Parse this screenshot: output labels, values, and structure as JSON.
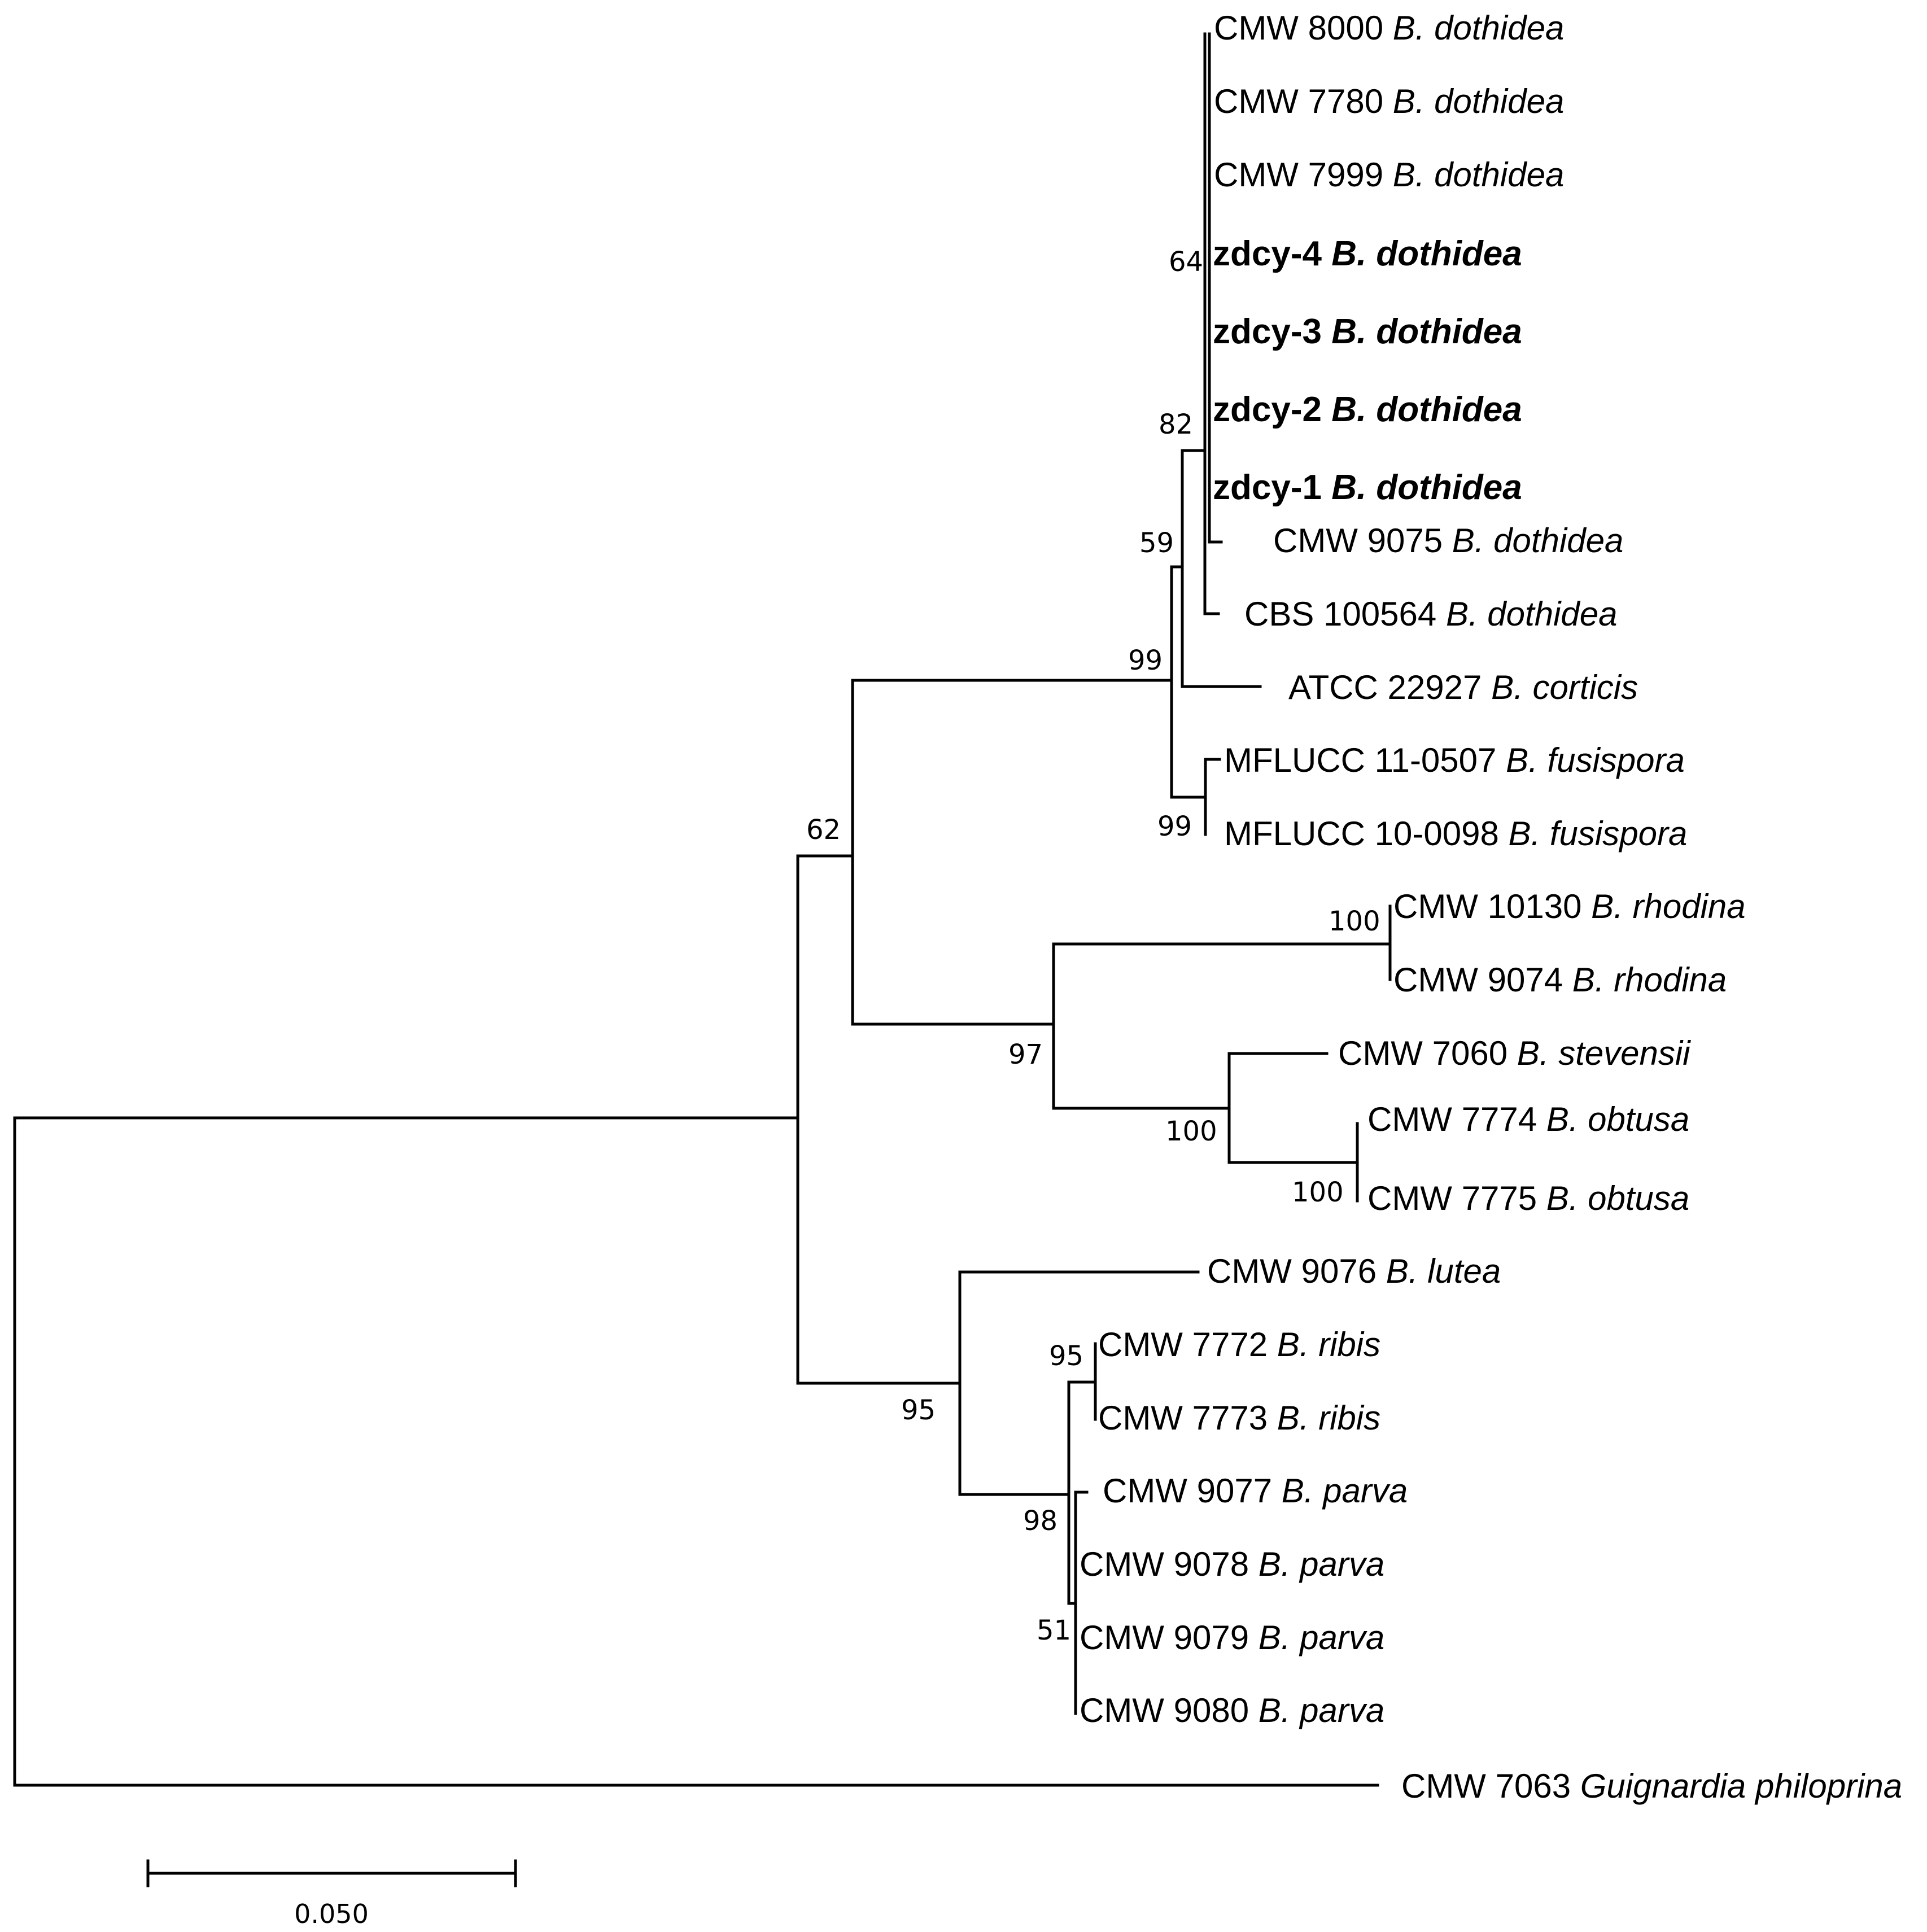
{
  "tree": {
    "taxa": [
      {
        "code": "CMW  8000",
        "species": "B.  dothidea",
        "bold": false
      },
      {
        "code": "CMW  7780",
        "species": "B.  dothidea",
        "bold": false
      },
      {
        "code": "CMW 7999",
        "species": "B. dothidea",
        "bold": false
      },
      {
        "code": "zdcy-4",
        "species": "B. dothidea",
        "bold": true
      },
      {
        "code": "zdcy-3",
        "species": "B. dothidea",
        "bold": true
      },
      {
        "code": "zdcy-2",
        "species": "B. dothidea",
        "bold": true
      },
      {
        "code": "zdcy-1",
        "species": "B. dothidea",
        "bold": true
      },
      {
        "code": "CMW 9075",
        "species": "B. dothidea",
        "bold": false
      },
      {
        "code": "CBS 100564",
        "species": "B. dothidea",
        "bold": false
      },
      {
        "code": "ATCC 22927",
        "species": "B. corticis",
        "bold": false
      },
      {
        "code": "MFLUCC 11-0507",
        "species": "B.  fusispora",
        "bold": false
      },
      {
        "code": "MFLUCC 10-0098",
        "species": "B.  fusispora",
        "bold": false
      },
      {
        "code": "CMW 10130",
        "species": "B. rhodina",
        "bold": false
      },
      {
        "code": "CMW 9074",
        "species": "B. rhodina",
        "bold": false
      },
      {
        "code": "CMW 7060",
        "species": "B. stevensii",
        "bold": false
      },
      {
        "code": "CMW 7774",
        "species": "B. obtusa",
        "bold": false
      },
      {
        "code": "CMW 7775",
        "species": "B. obtusa",
        "bold": false
      },
      {
        "code": "CMW 9076",
        "species": "B. lutea",
        "bold": false
      },
      {
        "code": "CMW 7772",
        "species": "B. ribis",
        "bold": false
      },
      {
        "code": "CMW 7773",
        "species": "B. ribis",
        "bold": false
      },
      {
        "code": "CMW 9077",
        "species": "B. parva",
        "bold": false
      },
      {
        "code": "CMW 9078",
        "species": "B. parva",
        "bold": false
      },
      {
        "code": "CMW 9079",
        "species": "B. parva",
        "bold": false
      },
      {
        "code": "CMW 9080",
        "species": "B. parva",
        "bold": false
      },
      {
        "code": "CMW 7063",
        "species": "Guignardia philoprina",
        "bold": false
      }
    ],
    "support": {
      "dothidea_zdcy": "64",
      "dothidea_core": "82",
      "dothidea_cbs": "59",
      "dothidea_group": "99",
      "fusispora": "99",
      "upper_clade": "62",
      "rhodina": "100",
      "rhodina_obtusa": "97",
      "stevensii_obtusa": "100",
      "obtusa": "100",
      "ribis_lutea": "95",
      "ribis": "95",
      "ribis_parva": "98",
      "parva": "51"
    },
    "scale_bar": {
      "label": "0.050"
    }
  }
}
